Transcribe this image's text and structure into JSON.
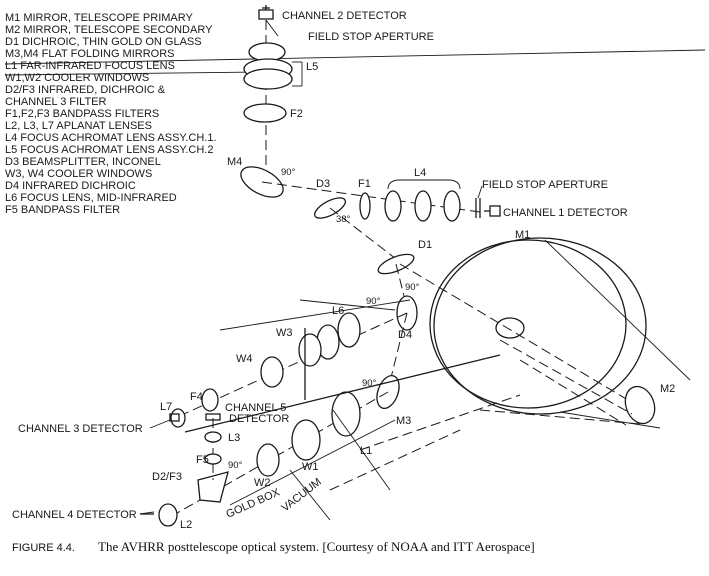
{
  "legend": [
    "M1 MIRROR, TELESCOPE PRIMARY",
    "M2 MIRROR, TELESCOPE SECONDARY",
    "D1 DICHROIC, THIN GOLD ON GLASS",
    "M3,M4 FLAT FOLDING MIRRORS",
    "L1 FAR-INFRARED FOCUS LENS",
    "W1,W2 COOLER WINDOWS",
    "D2/F3 INFRARED, DICHROIC &",
    "CHANNEL 3 FILTER",
    "F1,F2,F3 BANDPASS FILTERS",
    "L2, L3, L7 APLANAT LENSES",
    "L4 FOCUS ACHROMAT LENS ASSY.CH.1.",
    "L5 FOCUS ACHROMAT LENS ASSY.CH.2",
    "D3 BEAMSPLITTER, INCONEL",
    "W3, W4 COOLER WINDOWS",
    "D4 INFRARED DICHROIC",
    "L6 FOCUS LENS, MID-INFRARED",
    "F5 BANDPASS FILTER"
  ],
  "labels": {
    "channel2_detector": "CHANNEL 2 DETECTOR",
    "field_stop_top": "FIELD STOP APERTURE",
    "field_stop_mid": "FIELD STOP APERTURE",
    "channel1_detector": "CHANNEL 1 DETECTOR",
    "channel3_detector": "CHANNEL 3 DETECTOR",
    "channel4_detector": "CHANNEL 4 DETECTOR",
    "channel5_detector_line1": "CHANNEL 5",
    "channel5_detector_line2": "DETECTOR",
    "gold_box": "GOLD BOX",
    "vacuum": "VACUUM",
    "L5": "L5",
    "F2": "F2",
    "M4": "M4",
    "D3": "D3",
    "F1": "F1",
    "L4": "L4",
    "D1": "D1",
    "M1": "M1",
    "M2": "M2",
    "L6": "L6",
    "D4": "D4",
    "W3": "W3",
    "W4": "W4",
    "F4": "F4",
    "L7": "L7",
    "L3": "L3",
    "F5": "F5",
    "D2F3": "D2/F3",
    "W2": "W2",
    "W1": "W1",
    "L1": "L1",
    "M3": "M3",
    "L2": "L2",
    "angle_m4": "90°",
    "angle_d3": "38°",
    "angle_d4_a": "90°",
    "angle_d4_b": "90°",
    "angle_m3": "90°",
    "angle_w2": "90°"
  },
  "caption": {
    "figure": "FIGURE 4.4.",
    "text": "The AVHRR posttelescope optical system. [Courtesy of NOAA and ITT Aerospace]"
  }
}
